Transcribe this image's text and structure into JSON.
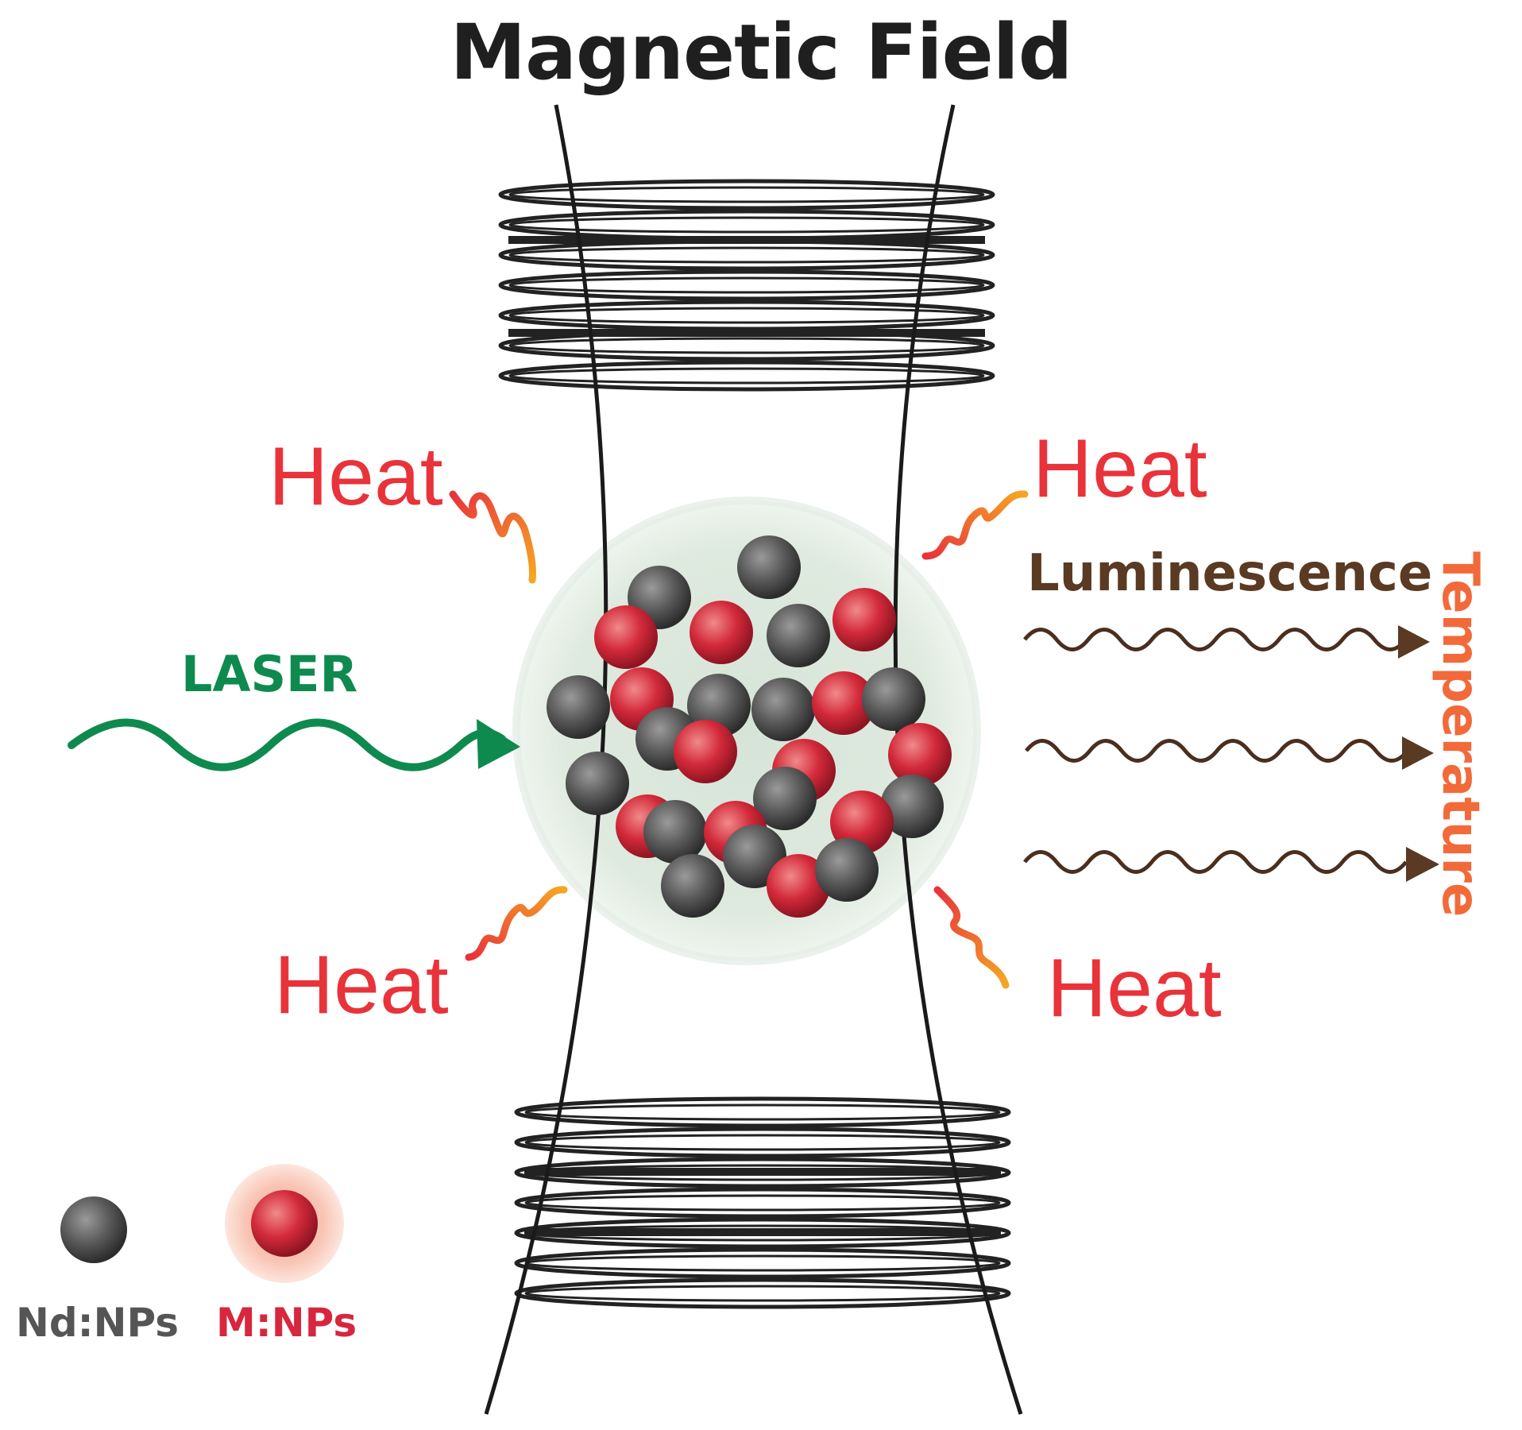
{
  "title": "Magnetic Field",
  "heat_label": "Heat",
  "laser_label": "LASER",
  "luminescence_label": "Luminescence",
  "temperature_label": "Temperature",
  "legend": {
    "nd_label": "Nd:NPs",
    "m_label": "M:NPs"
  },
  "colors": {
    "heat_text": "#e8333b",
    "laser": "#0f8a4f",
    "luminescence": "#5a3a22",
    "temperature": "#f26a3a",
    "nd_particle": "#555555",
    "m_particle": "#d7263d",
    "coil": "#222222",
    "sample_sphere": "#d9e6dc",
    "nd_legend_text": "#555555",
    "m_legend_text": "#d7263d"
  }
}
